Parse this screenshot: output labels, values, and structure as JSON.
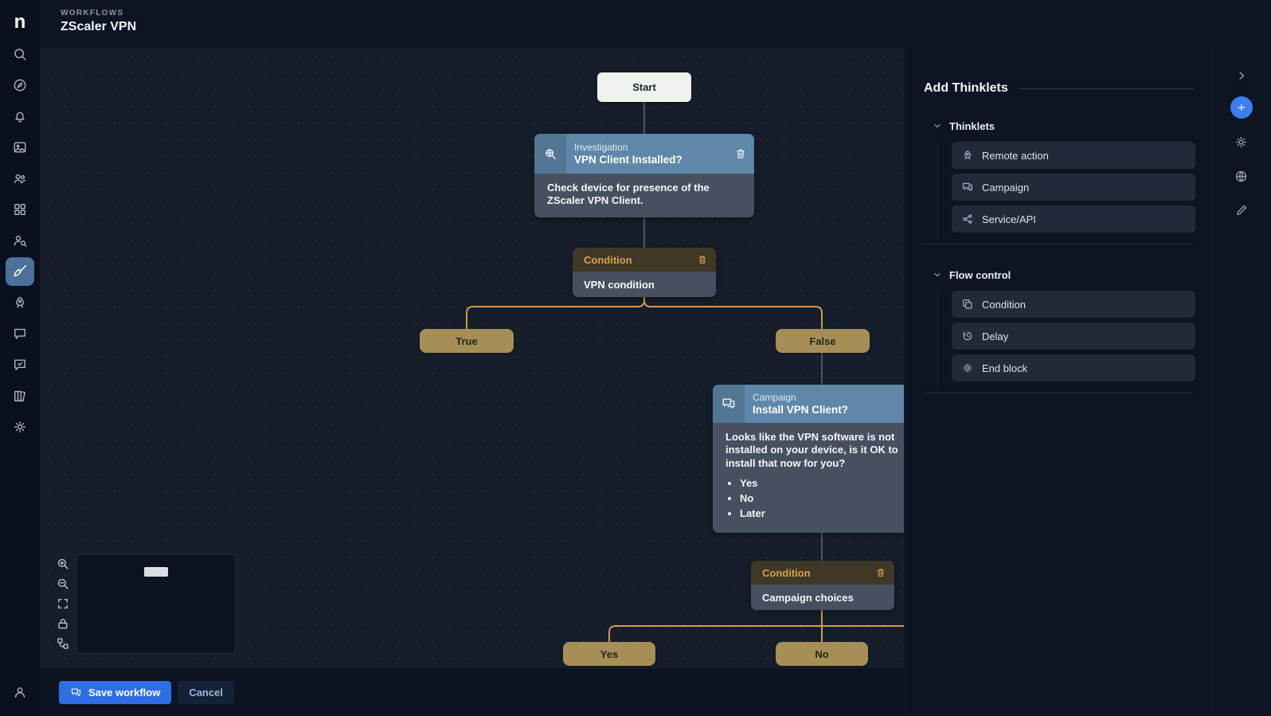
{
  "header": {
    "eyebrow": "WORKFLOWS",
    "title": "ZScaler VPN"
  },
  "sidebar": {
    "logo": "n",
    "icons": [
      "search",
      "compass",
      "bell",
      "image",
      "people",
      "apps-grid",
      "person-search",
      "workflows",
      "rocket",
      "chat",
      "survey",
      "library",
      "settings"
    ],
    "bottom_icon": "user"
  },
  "workflow": {
    "start": "Start",
    "investigation": {
      "type": "Investigation",
      "title": "VPN Client Installed?",
      "description": "Check device for presence of the ZScaler VPN Client."
    },
    "condition_vpn": {
      "type": "Condition",
      "label": "VPN condition"
    },
    "branch_true": "True",
    "branch_false": "False",
    "campaign": {
      "type": "Campaign",
      "title": "Install VPN Client?",
      "description": "Looks like the VPN software is not installed on your device, is it OK to install that now for you?",
      "options": [
        "Yes",
        "No",
        "Later"
      ]
    },
    "condition_campaign": {
      "type": "Condition",
      "label": "Campaign choices"
    },
    "branch_yes": "Yes",
    "branch_no": "No"
  },
  "canvas_controls": [
    "zoom-in",
    "zoom-out",
    "fit-view",
    "lock",
    "auto-layout"
  ],
  "panel": {
    "title": "Add Thinklets",
    "sections": [
      {
        "label": "Thinklets",
        "items": [
          {
            "label": "Remote action",
            "icon": "rocket-icon"
          },
          {
            "label": "Campaign",
            "icon": "campaign-icon"
          },
          {
            "label": "Service/API",
            "icon": "share-icon"
          }
        ]
      },
      {
        "label": "Flow control",
        "items": [
          {
            "label": "Condition",
            "icon": "copy-icon"
          },
          {
            "label": "Delay",
            "icon": "history-icon"
          },
          {
            "label": "End block",
            "icon": "gear-icon"
          }
        ]
      }
    ]
  },
  "right_strip": {
    "icons": [
      "chevron-right",
      "add-thinklets",
      "settings",
      "integrations",
      "edit"
    ]
  },
  "footer": {
    "save_label": "Save workflow",
    "cancel_label": "Cancel"
  },
  "colors": {
    "accent_blue": "#2f6ee2",
    "node_header_blue": "#5e87a9",
    "condition_orange": "#dba14e",
    "branch_pill": "#a68e57",
    "edge_orange": "#d89a43"
  }
}
